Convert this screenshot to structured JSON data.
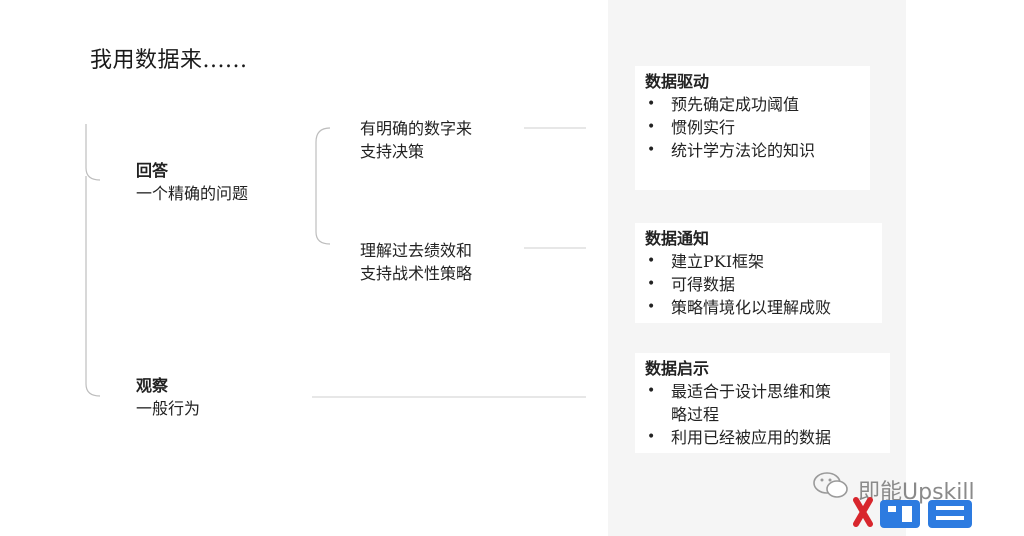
{
  "title": "我用数据来......",
  "level1": [
    {
      "head": "回答",
      "sub": "一个精确的问题"
    },
    {
      "head": "观察",
      "sub": "一般行为"
    }
  ],
  "level2": [
    {
      "line1": "有明确的数字来",
      "line2": "支持决策"
    },
    {
      "line1": "理解过去绩效和",
      "line2": "支持战术性策略"
    }
  ],
  "boxes": [
    {
      "title": "数据驱动",
      "items": [
        "预先确定成功阈值",
        "惯例实行",
        "统计学方法论的知识"
      ]
    },
    {
      "title": "数据通知",
      "items": [
        "建立PKI框架",
        "可得数据",
        "策略情境化以理解成败"
      ]
    },
    {
      "title": "数据启示",
      "items": [
        "最适合于设计思维和策",
        "略过程",
        "利用已经被应用的数据"
      ]
    }
  ],
  "watermark": "即能Upskill",
  "colors": {
    "line": "#bdbdbd",
    "panel": "#f5f5f5",
    "logo_red": "#d8262d",
    "logo_blue": "#2d7be0"
  }
}
